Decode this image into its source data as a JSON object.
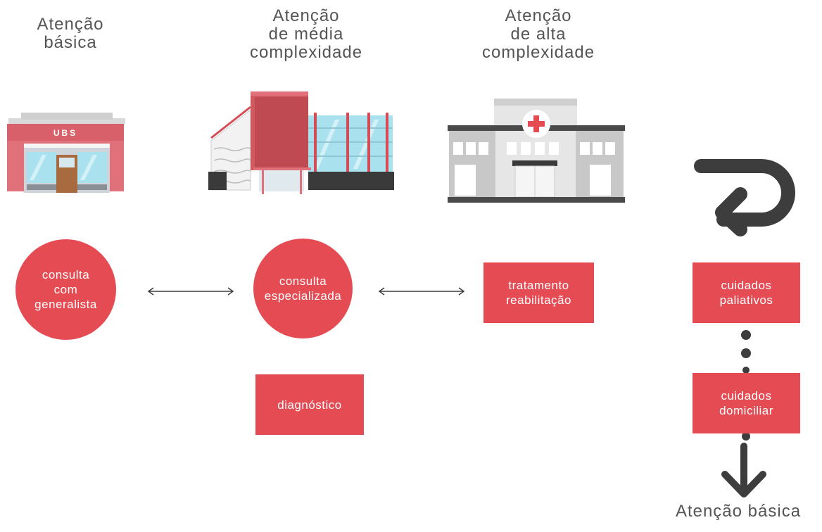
{
  "colors": {
    "accent_red": "#e54b53",
    "dark_gray": "#3d3d3d",
    "heading_gray": "#555555"
  },
  "headings": {
    "basic": "Atenção\nbásica",
    "medium": "Atenção\nde média\ncomplexidade",
    "high": "Atenção\nde alta\ncomplexidade",
    "return": "Atenção básica"
  },
  "buildings": {
    "ubs_sign": "UBS",
    "ubs_icon": "clinic-building",
    "medium_icon": "modern-building",
    "high_icon": "hospital-building"
  },
  "nodes": {
    "general": "consulta\ncom\ngeneralista",
    "specialized": "consulta\nespecializada",
    "diagnosis": "diagnóstico",
    "treatment": "tratamento\nreabilitação",
    "palliative": "cuidados\npaliativos",
    "home_care": "cuidados\ndomiciliar"
  },
  "connectors": {
    "arrow_1": "double-headed-arrow",
    "arrow_2": "double-headed-arrow",
    "return_arrow": "u-turn-arrow",
    "down_arrow": "down-arrow"
  }
}
